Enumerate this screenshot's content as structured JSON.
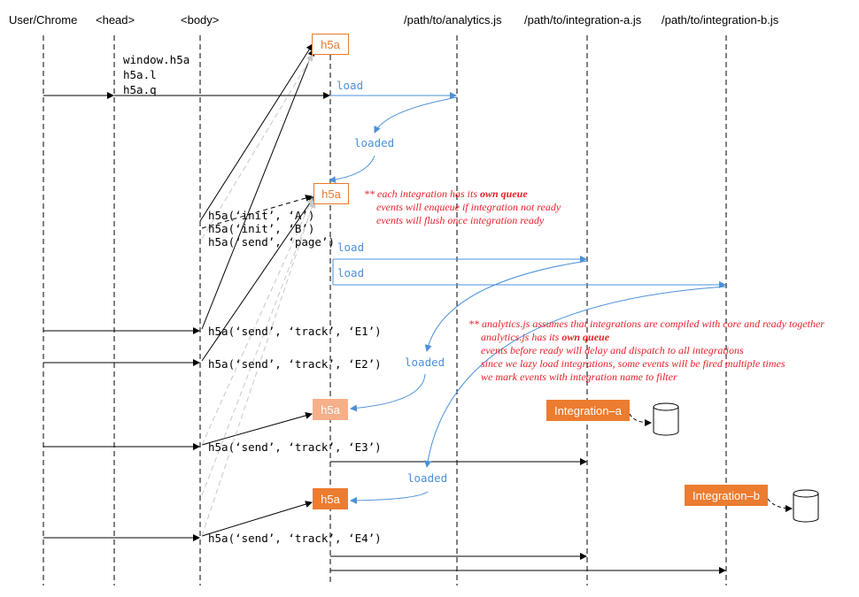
{
  "lifelines": [
    {
      "label": "User/Chrome"
    },
    {
      "label": "<head>"
    },
    {
      "label": "<body>"
    },
    {
      "label": "/path/to/analytics.js"
    },
    {
      "label": "/path/to/integration-a.js"
    },
    {
      "label": "/path/to/integration-b.js"
    }
  ],
  "head_block": [
    "window.h5a",
    "h5a.l",
    "h5a.q"
  ],
  "init_block": [
    "h5a(‘init’, ‘A’)",
    "h5a(‘init’, ‘B’)",
    "h5a(‘send’, ‘page’)"
  ],
  "track_calls": [
    "h5a(‘send’, ‘track’, ‘E1’)",
    "h5a(‘send’, ‘track’, ‘E2’)",
    "h5a(‘send’, ‘track’, ‘E3’)",
    "h5a(‘send’, ‘track’, ‘E4’)"
  ],
  "h5a_boxes": [
    "h5a",
    "h5a",
    "h5a",
    "h5a"
  ],
  "load_labels": [
    "load",
    "load",
    "load"
  ],
  "loaded_labels": [
    "loaded",
    "loaded",
    "loaded"
  ],
  "integration_boxes": [
    "Integration–a",
    "Integration–b"
  ],
  "note1": {
    "prefix": "** each integration has its ",
    "bold": "own queue",
    "lines": [
      "events will enqueue if integration not ready",
      "events will flush once integration ready"
    ]
  },
  "note2": {
    "line1": "** analytics.js assumes that integrations are compiled with core and ready together",
    "line2_prefix": "analytics.js has its ",
    "line2_bold": "own queue",
    "lines": [
      "events before ready will delay and dispatch to all integrations",
      "since we lazy load integrations, some events will be fired multiple times",
      "we mark events with integration name to filter"
    ]
  },
  "colors": {
    "blue": "#4a90d9",
    "orange": "#ec7c30",
    "orange_light": "#f5b08a",
    "red": "#e8202a",
    "gray": "#c8c8c8"
  }
}
